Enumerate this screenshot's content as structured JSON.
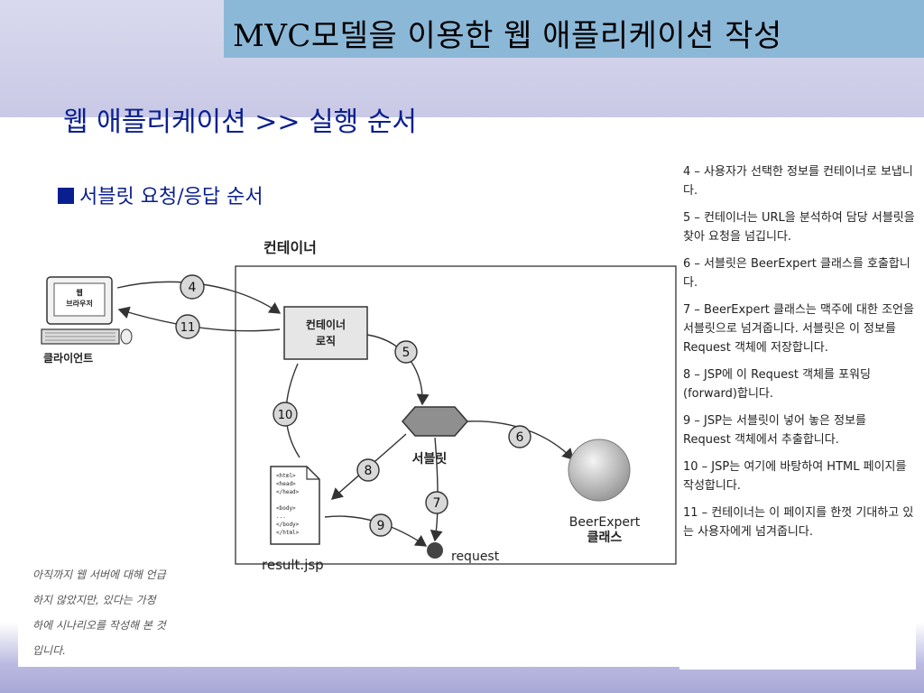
{
  "slide": {
    "title": "MVC모델을 이용한 웹 애플리케이션 작성",
    "subtitle": "웹 애플리케이션 >> 실행 순서",
    "bullet": "서블릿 요청/응답 순서"
  },
  "diagram": {
    "container_label": "컨테이너",
    "browser_label_1": "웹",
    "browser_label_2": "브라우저",
    "client_label": "클라이언트",
    "container_logic_1": "컨테이너",
    "container_logic_2": "로직",
    "servlet_label": "서블릿",
    "jsp_label": "result.jsp",
    "jsp_code": [
      "<html>",
      "<head>",
      "</head>",
      "<body>",
      "...",
      "</body>",
      "</html>"
    ],
    "request_label": "request",
    "model_label_1": "BeerExpert",
    "model_label_2": "클래스",
    "numbers": [
      "4",
      "11",
      "5",
      "10",
      "8",
      "6",
      "7",
      "9"
    ],
    "note_lines": [
      "아직까지 웹 서버에 대해 언급",
      "하지 않았지만, 있다는 가정",
      "하에 시나리오를 작성해 본 것",
      "입니다."
    ]
  },
  "steps": [
    "4 – 사용자가 선택한 정보를 컨테이너로 보냅니다.",
    "5 – 컨테이너는 URL을 분석하여 담당 서블릿을 찾아 요청을 넘깁니다.",
    "6 – 서블릿은 BeerExpert 클래스를 호출합니다.",
    "7 – BeerExpert 클래스는 맥주에 대한 조언을 서블릿으로 넘겨줍니다. 서블릿은 이 정보를 Request 객체에 저장합니다.",
    "8 – JSP에 이 Request 객체를 포워딩(forward)합니다.",
    "9 – JSP는 서블릿이 넣어 놓은 정보를 Request 객체에서 추출합니다.",
    "10 – JSP는 여기에 바탕하여 HTML 페이지를 작성합니다.",
    "11 – 컨테이너는 이 페이지를 한껏 기대하고 있는 사용자에게 넘겨줍니다."
  ]
}
